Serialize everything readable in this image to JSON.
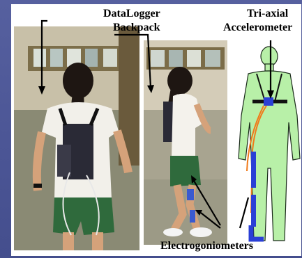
{
  "labels": {
    "datalogger_line1": "DataLogger",
    "datalogger_line2": "Backpack",
    "accel_line1": "Tri-axial",
    "accel_line2": "Accelerometer",
    "electro": "Electrogoniometers"
  },
  "colors": {
    "frame": "#4b5696",
    "body_fill": "#b8f0a8",
    "body_stroke": "#1a2a1a",
    "electrode_blue": "#2a3fd6",
    "cable_orange": "#f07a1a",
    "strap": "#111111"
  }
}
